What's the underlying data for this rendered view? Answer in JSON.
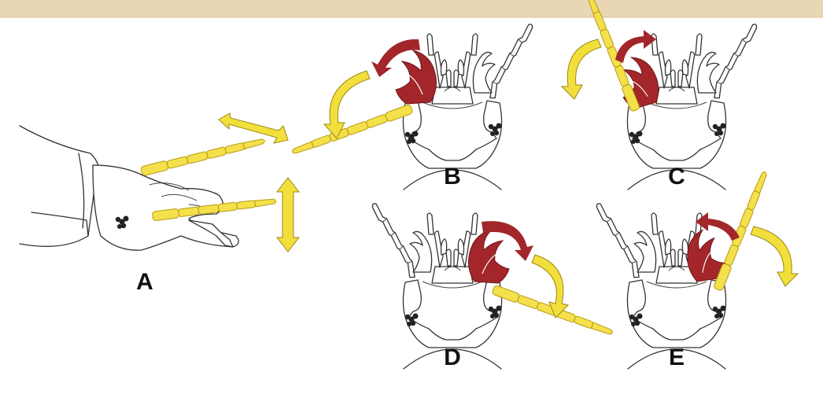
{
  "colors": {
    "banner": "#e9d6b4",
    "antenna": "#f4e04a",
    "antenna_stroke": "#b79a12",
    "mandible": "#9e2a2b",
    "arrow_yellow": "#f2df3c",
    "arrow_red": "#a2262a",
    "eye": "#222222"
  },
  "panels": {
    "a": {
      "label": "A"
    },
    "b": {
      "label": "B"
    },
    "c": {
      "label": "C"
    },
    "d": {
      "label": "D"
    },
    "e": {
      "label": "E"
    }
  }
}
